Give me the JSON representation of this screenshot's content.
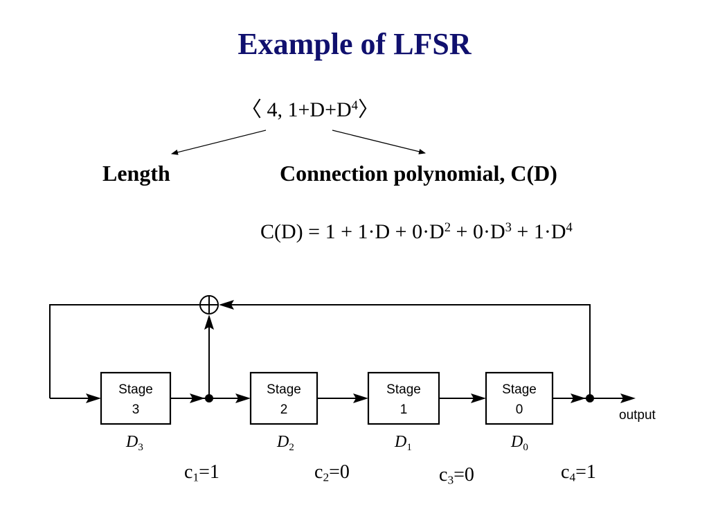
{
  "title": "Example of LFSR",
  "notation": {
    "open": "〈 4, 1+D+D",
    "exp": "4",
    "close": "〉"
  },
  "labels": {
    "length": "Length",
    "connection": "Connection polynomial, C(D)"
  },
  "polynomial": {
    "lhs": "C(D) = 1 + 1·D + 0·D",
    "e2": "2",
    "mid1": " + 0·D",
    "e3": "3",
    "mid2": " + 1·D",
    "e4": "4"
  },
  "stages": [
    {
      "line1": "Stage",
      "line2": "3",
      "reg": "D",
      "reg_sub": "3"
    },
    {
      "line1": "Stage",
      "line2": "2",
      "reg": "D",
      "reg_sub": "2"
    },
    {
      "line1": "Stage",
      "line2": "1",
      "reg": "D",
      "reg_sub": "1"
    },
    {
      "line1": "Stage",
      "line2": "0",
      "reg": "D",
      "reg_sub": "0"
    }
  ],
  "output_label": "output",
  "coefficients": [
    {
      "c": "c",
      "sub": "1",
      "val": "=1"
    },
    {
      "c": "c",
      "sub": "2",
      "val": "=0"
    },
    {
      "c": "c",
      "sub": "3",
      "val": "=0"
    },
    {
      "c": "c",
      "sub": "4",
      "val": "=1"
    }
  ],
  "colors": {
    "title": "#10106e",
    "lines": "#000000"
  }
}
